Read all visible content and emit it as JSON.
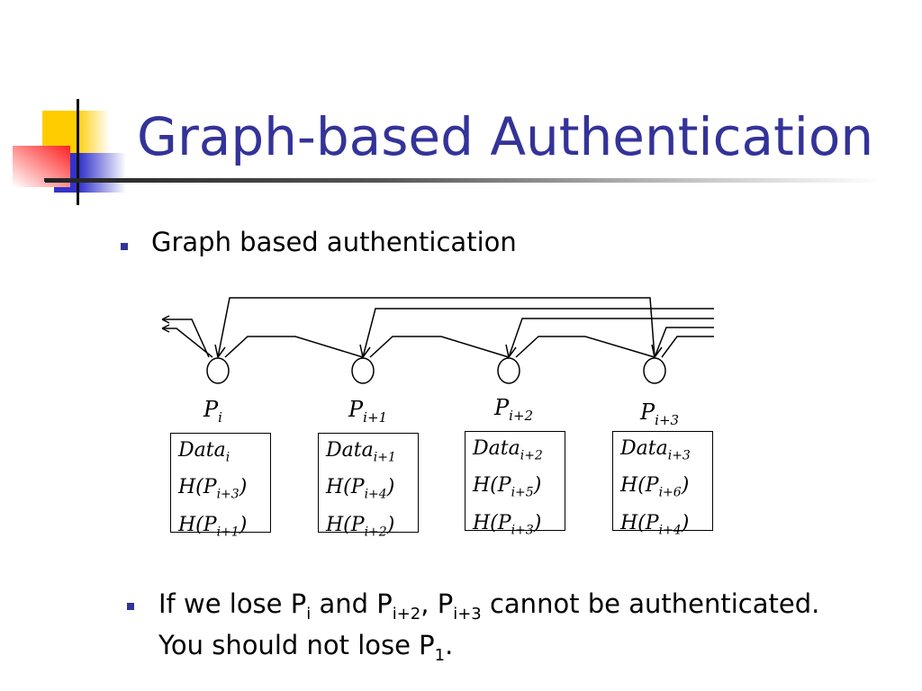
{
  "title": "Graph-based Authentication",
  "bullets": [
    {
      "text": "Graph based authentication"
    },
    {
      "parts": [
        "If we lose P",
        "i",
        " and P",
        "i+2",
        ", P",
        "i+3",
        " cannot be authenticated."
      ],
      "line2": [
        "You should not lose P",
        "1",
        "."
      ]
    }
  ],
  "nodes": [
    {
      "label": "P",
      "sub": "i",
      "rows": [
        [
          "Data",
          "i"
        ],
        [
          "H(P",
          "i+3",
          ")"
        ],
        [
          "H(P",
          "i+1",
          ")"
        ]
      ]
    },
    {
      "label": "P",
      "sub": "i+1",
      "rows": [
        [
          "Data",
          "i+1"
        ],
        [
          "H(P",
          "i+4",
          ")"
        ],
        [
          "H(P",
          "i+2",
          ")"
        ]
      ]
    },
    {
      "label": "P",
      "sub": "i+2",
      "rows": [
        [
          "Data",
          "i+2"
        ],
        [
          "H(P",
          "i+5",
          ")"
        ],
        [
          "H(P",
          "i+3",
          ")"
        ]
      ]
    },
    {
      "label": "P",
      "sub": "i+3",
      "rows": [
        [
          "Data",
          "i+3"
        ],
        [
          "H(P",
          "i+6",
          ")"
        ],
        [
          "H(P",
          "i+4",
          ")"
        ]
      ]
    }
  ],
  "colors": {
    "title": "#333399",
    "bullet": "#333399"
  }
}
